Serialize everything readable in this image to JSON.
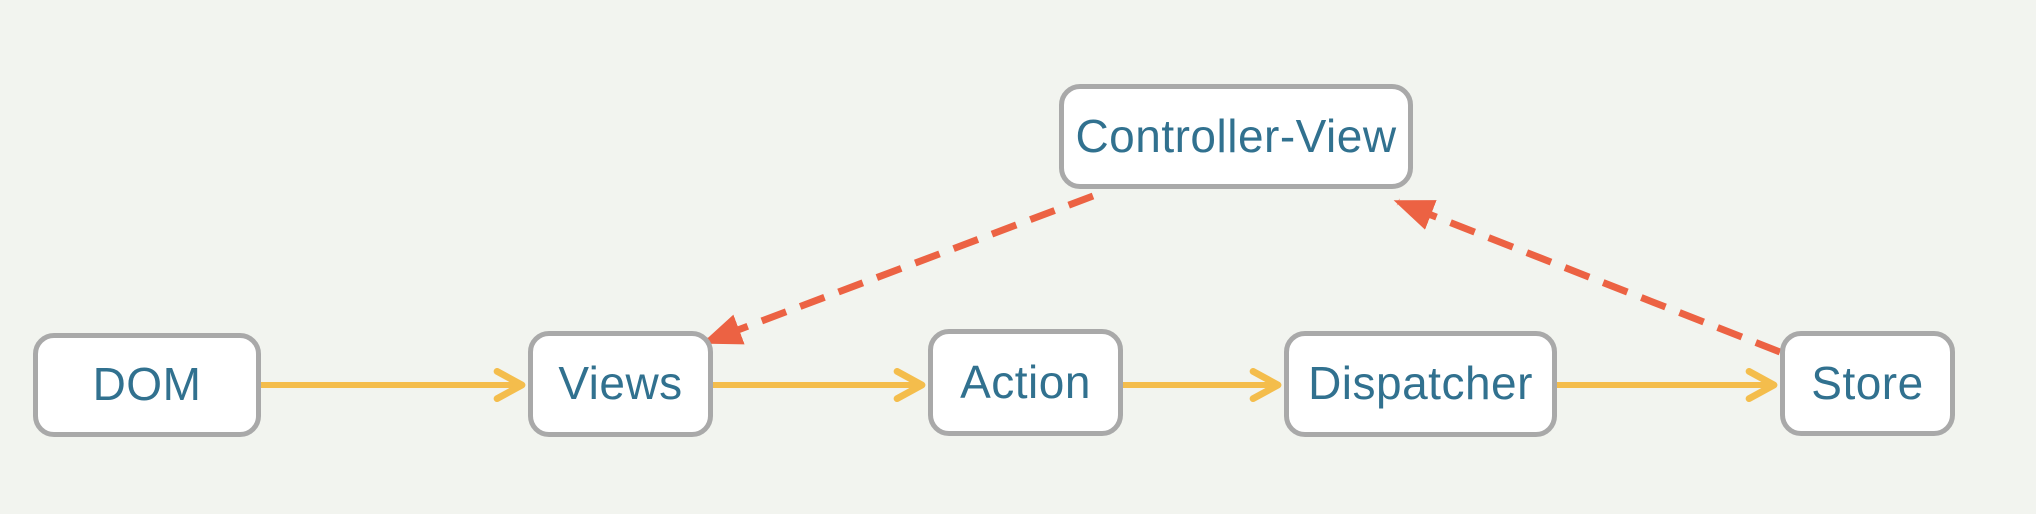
{
  "diagram": {
    "nodes": [
      {
        "id": "dom",
        "label": "DOM"
      },
      {
        "id": "views",
        "label": "Views"
      },
      {
        "id": "action",
        "label": "Action"
      },
      {
        "id": "dispatcher",
        "label": "Dispatcher"
      },
      {
        "id": "store",
        "label": "Store"
      },
      {
        "id": "controller-view",
        "label": "Controller-View"
      }
    ],
    "edges": [
      {
        "from": "dom",
        "to": "views",
        "style": "solid"
      },
      {
        "from": "views",
        "to": "action",
        "style": "solid"
      },
      {
        "from": "action",
        "to": "dispatcher",
        "style": "solid"
      },
      {
        "from": "dispatcher",
        "to": "store",
        "style": "solid"
      },
      {
        "from": "controller-view",
        "to": "views",
        "style": "dashed"
      },
      {
        "from": "store",
        "to": "controller-view",
        "style": "dashed"
      }
    ],
    "colors": {
      "background": "#F2F4EF",
      "node_fill": "#FFFFFF",
      "node_border": "#A9A9A9",
      "node_text": "#31718F",
      "flow_arrow": "#F4BD4C",
      "update_arrow": "#EC6243"
    }
  }
}
